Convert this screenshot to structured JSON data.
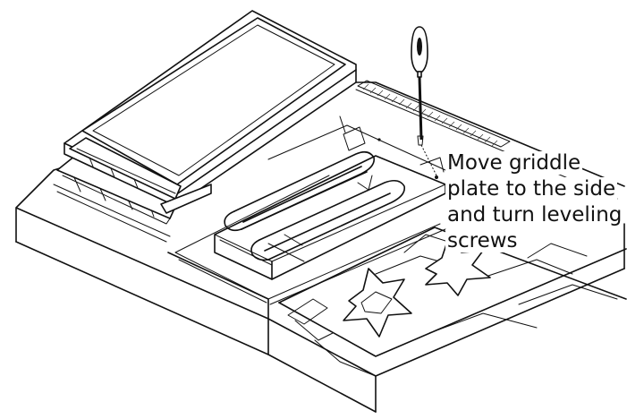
{
  "illustration": {
    "subject": "griddle-plate-leveling",
    "icons": {
      "screwdriver": "screwdriver-icon",
      "griddle_plate": "griddle-plate-icon",
      "heating_element": "heating-element-icon",
      "burner": "burner-icon",
      "burner_grate": "burner-grate-icon",
      "cooktop": "cooktop-icon"
    }
  },
  "callout": {
    "lines": [
      "Move griddle",
      "plate to the side",
      "and turn leveling",
      "screws"
    ]
  },
  "colors": {
    "line": "#111111",
    "background": "#ffffff"
  }
}
